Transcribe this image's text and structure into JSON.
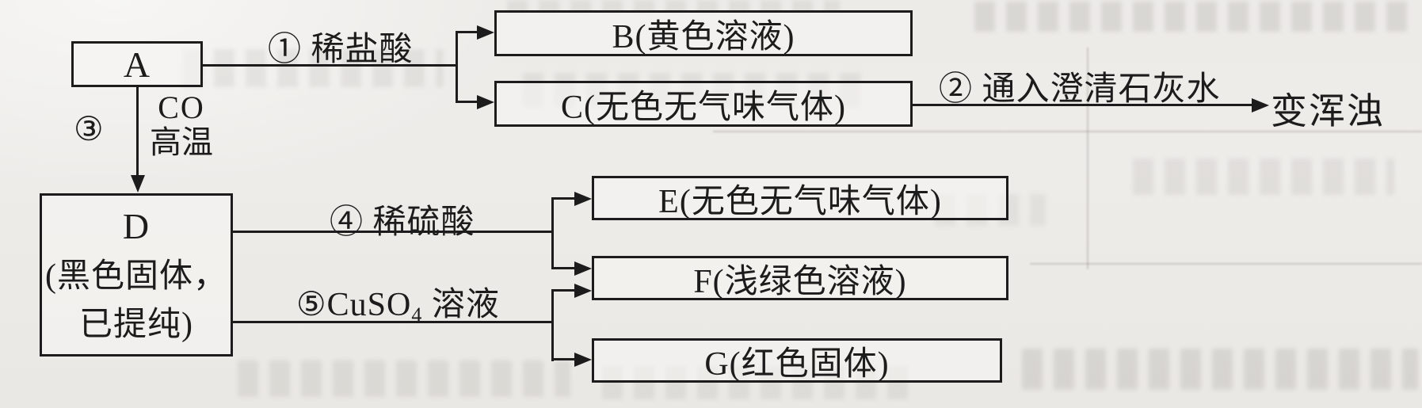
{
  "diagram": {
    "nodes": {
      "A": {
        "label": "A"
      },
      "B": {
        "label": "B(黄色溶液)"
      },
      "C": {
        "label": "C(无色无气味气体)"
      },
      "D": {
        "line1": "D",
        "line2": "(黑色固体，",
        "line3": "已提纯)"
      },
      "E": {
        "label": "E(无色无气味气体)"
      },
      "F": {
        "label": "F(浅绿色溶液)"
      },
      "G": {
        "label": "G(红色固体)"
      }
    },
    "edges": {
      "step1": {
        "label": "① 稀盐酸"
      },
      "step2": {
        "label": "② 通入澄清石灰水",
        "result": "变浑浊"
      },
      "step3": {
        "number": "③",
        "reagent": "CO",
        "condition": "高温"
      },
      "step4": {
        "label": "④ 稀硫酸"
      },
      "step5": {
        "prefix": "⑤CuSO",
        "sub": "4",
        "suffix": " 溶液"
      }
    },
    "colors": {
      "ink": "#1c1c1c",
      "paper": "#edebe8"
    }
  }
}
